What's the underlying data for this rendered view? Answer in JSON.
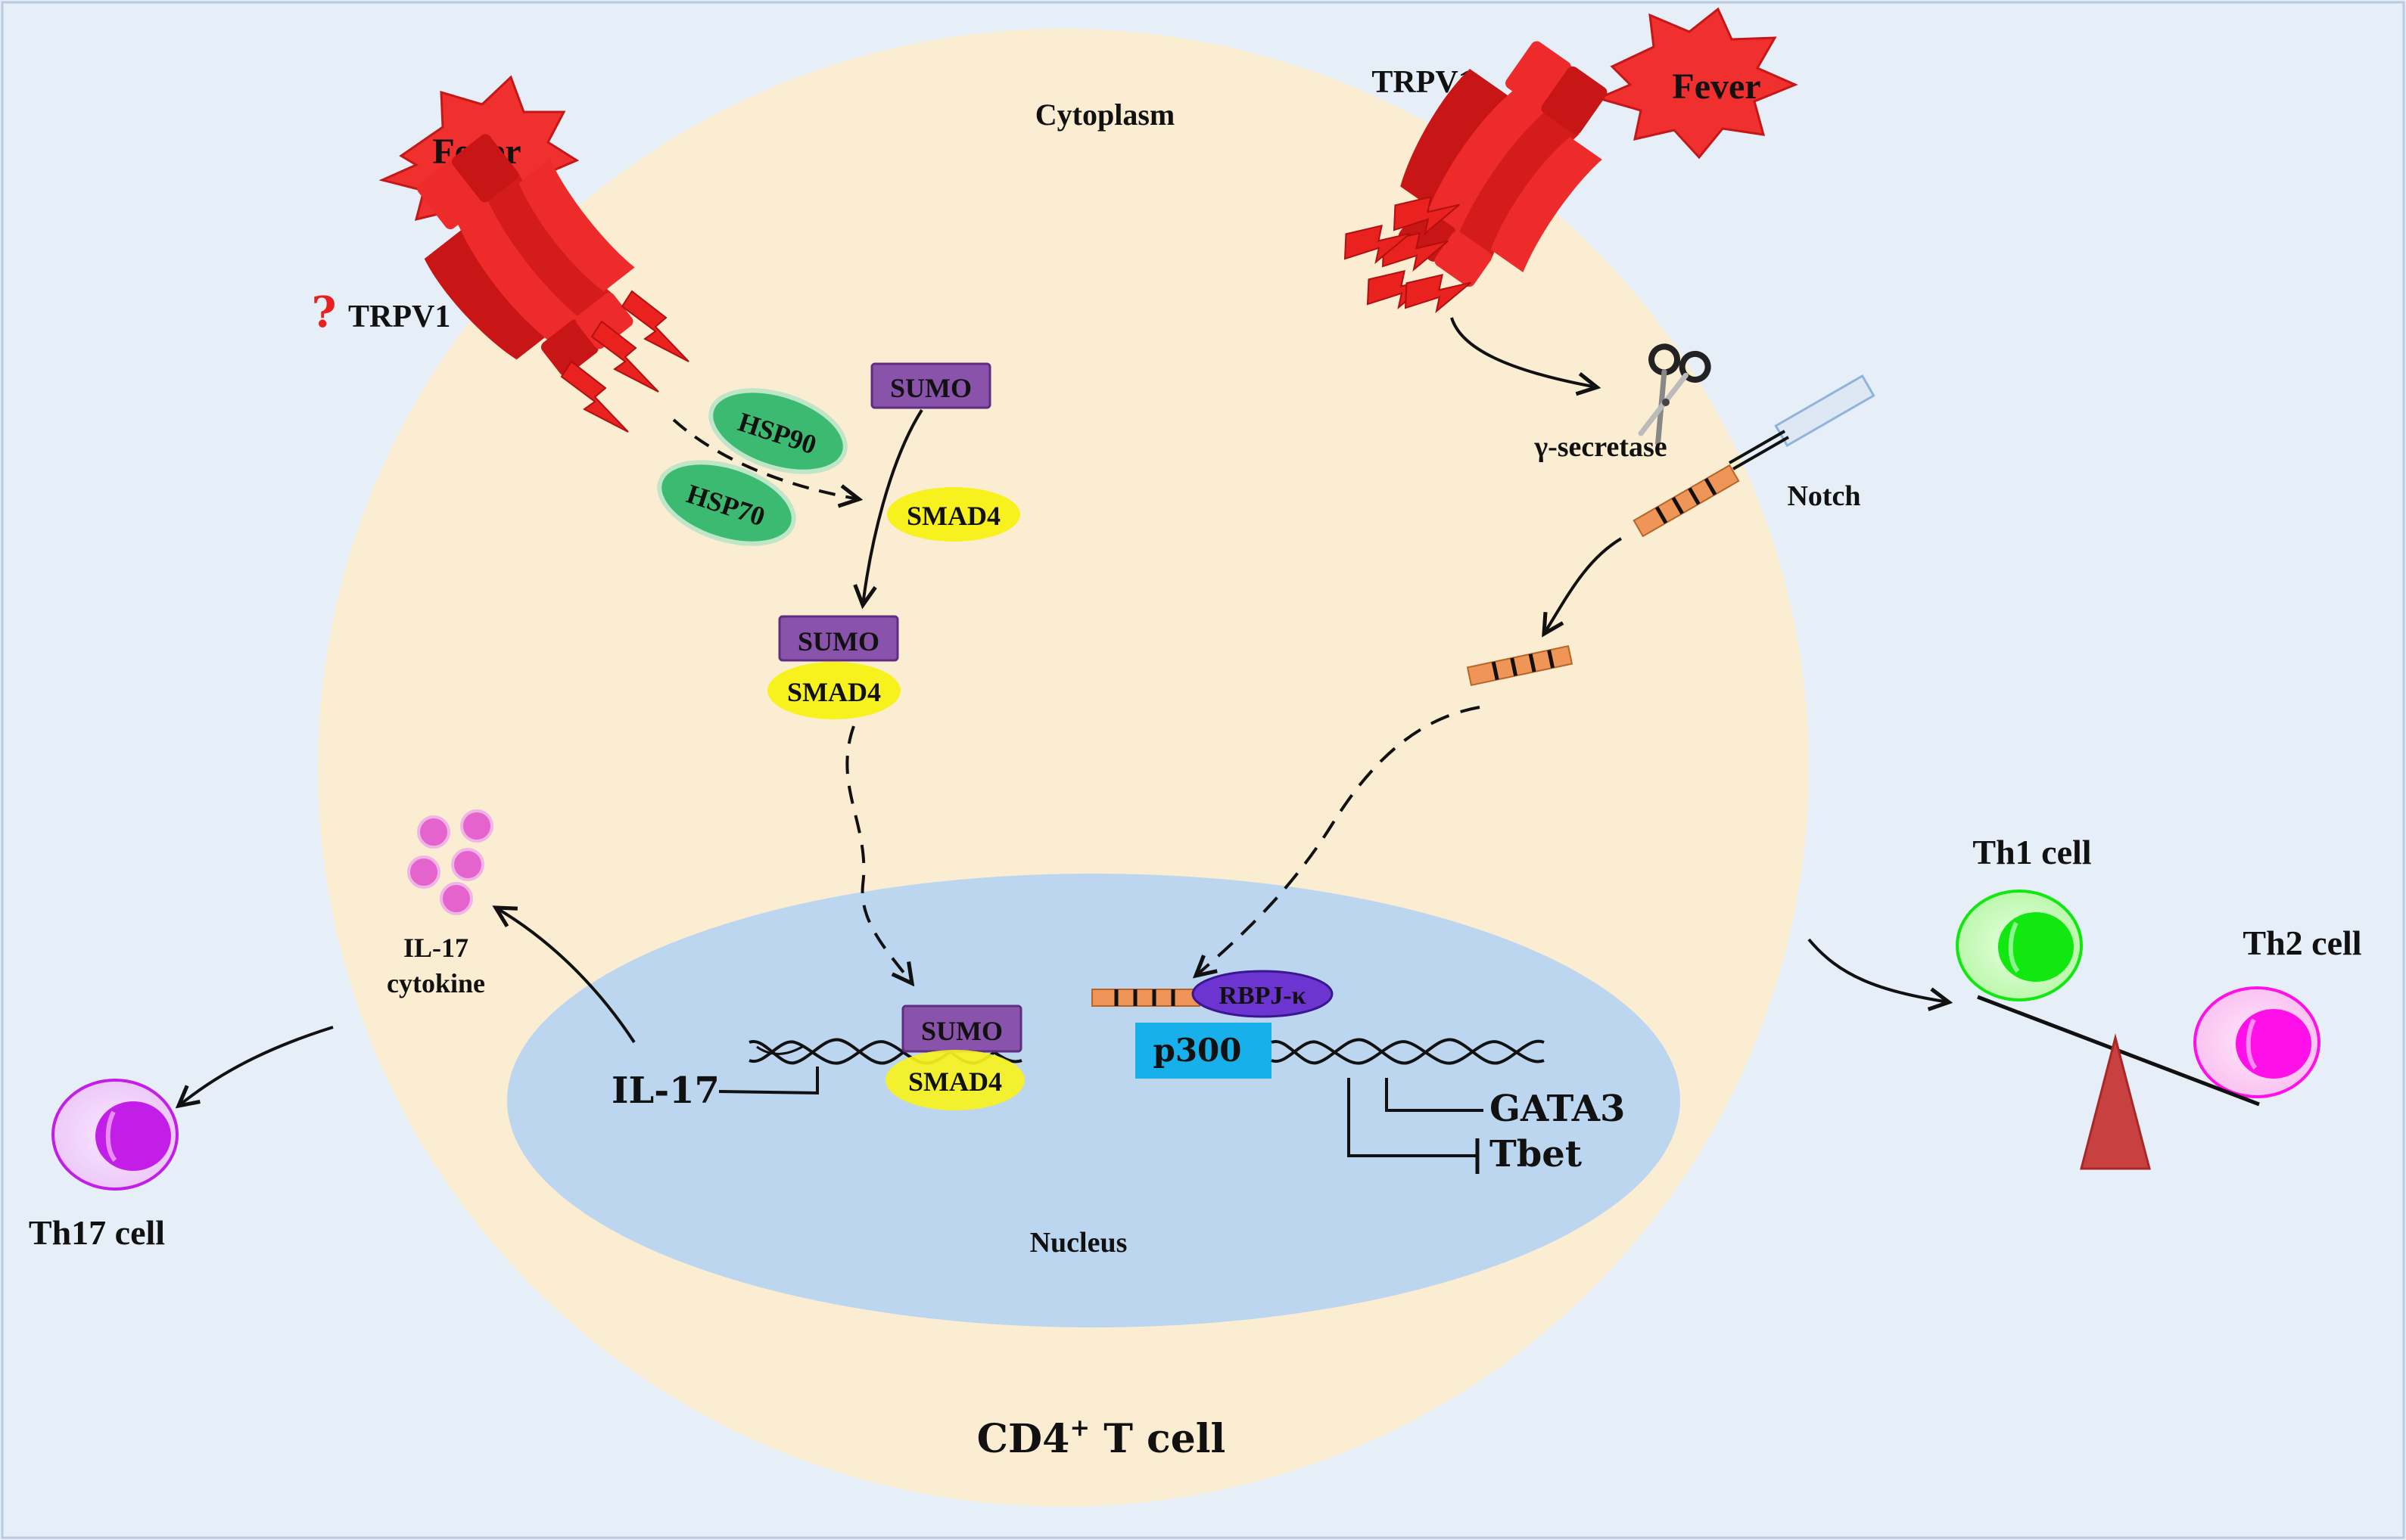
{
  "colors": {
    "page_bg": "#e6eef8",
    "cell_fill": "#fbedd2",
    "nucleus_fill": "#bdd6f0",
    "fever_red": "#f0302e",
    "channel_red": "#ee2b2b",
    "sumo_purple": "#8a53ab",
    "smad_yellow": "#f7f21e",
    "hsp_green": "#3dba72",
    "notch_orange": "#ee9557",
    "rbpj_purple": "#6c35d2",
    "p300_cyan": "#18b0ea",
    "th1_green": "#10e810",
    "th2_magenta": "#ff10e8",
    "th17_purple": "#c21ee8",
    "cytokine_pink": "#e463cd",
    "balance_red": "#c84040"
  },
  "labels": {
    "cytoplasm": "Cytoplasm",
    "nucleus": "Nucleus",
    "cell_prefix": "CD4",
    "cell_sup": "+",
    "cell_suffix": " T cell",
    "fever_left": "Fever",
    "fever_right": "Fever",
    "question_mark": "?",
    "trpv1_left": "TRPV1",
    "trpv1_right": "TRPV1",
    "hsp90": "HSP90",
    "hsp70": "HSP70",
    "sumo_top": "SUMO",
    "smad4_top": "SMAD4",
    "sumo_mid": "SUMO",
    "smad4_mid": "SMAD4",
    "sumo_dna": "SUMO",
    "smad4_dna": "SMAD4",
    "gamma_secretase": "γ-secretase",
    "notch": "Notch",
    "rbpj": "RBPJ-κ",
    "p300": "p300",
    "il17_gene": "IL-17",
    "il17_cytokine_line1": "IL-17",
    "il17_cytokine_line2": "cytokine",
    "gata3": "GATA3",
    "tbet": "Tbet",
    "th1": "Th1 cell",
    "th2": "Th2 cell",
    "th17": "Th17 cell"
  }
}
